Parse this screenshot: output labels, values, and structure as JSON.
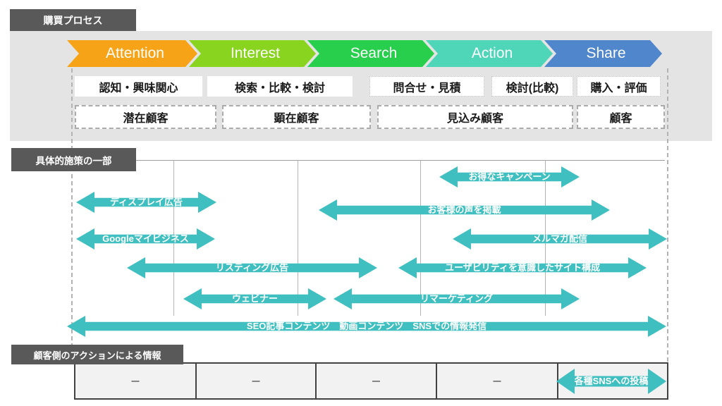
{
  "process": {
    "label": "購買プロセス",
    "stages": [
      {
        "label": "Attention",
        "color": "#F6A317"
      },
      {
        "label": "Interest",
        "color": "#88D41E"
      },
      {
        "label": "Search",
        "color": "#27CF4D"
      },
      {
        "label": "Action",
        "color": "#4FD6B8"
      },
      {
        "label": "Share",
        "color": "#4F86CC"
      }
    ],
    "action_boxes": [
      "認知・興味関心",
      "検索・比較・検討",
      "問合せ・見積",
      "検討(比較)",
      "購入・評価"
    ],
    "segment_boxes": [
      "潜在顧客",
      "顕在顧客",
      "見込み顧客",
      "顧客"
    ]
  },
  "measures": {
    "label": "具体的施策の一部",
    "arrow_color": "#40BFC0",
    "arrows": [
      {
        "label": "お得なキャンペーン"
      },
      {
        "label": "ディスプレイ広告"
      },
      {
        "label": "お客様の声を掲載"
      },
      {
        "label": "Googleマイビジネス"
      },
      {
        "label": "メルマガ配信"
      },
      {
        "label": "リスティング広告"
      },
      {
        "label": "ユーザビリティを意識したサイト構成"
      },
      {
        "label": "ウェビナー"
      },
      {
        "label": "リマーケティング"
      },
      {
        "label": "SEO記事コンテンツ　動画コンテンツ　SNSでの情報発信"
      }
    ]
  },
  "customer_info": {
    "label": "顧客側のアクションによる情報",
    "empty_marker": "—",
    "sns_arrow_label": "各種SNSへの投稿"
  },
  "ui_colors": {
    "band_bg": "#E4E4E4",
    "label_bg": "#595959",
    "table_bg": "#F2F2F2"
  }
}
